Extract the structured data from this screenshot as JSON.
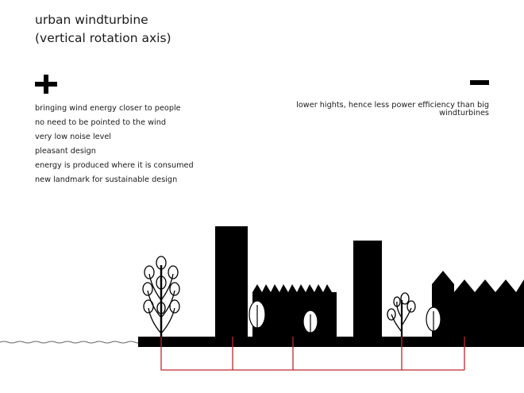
{
  "title": {
    "line1": "urban windturbine",
    "line2": "(vertical rotation axis)"
  },
  "advantages": {
    "icon": "plus-icon",
    "items": [
      "bringing wind energy closer to people",
      "no need to be pointed to the wind",
      "very low noise level",
      "pleasant design",
      "energy is produced where it is consumed",
      "new landmark for sustainable design"
    ]
  },
  "disadvantages": {
    "icon": "minus-icon",
    "items": [
      "lower hights, hence less power efficiency than big windturbines"
    ]
  },
  "colors": {
    "ink": "#000000",
    "grid_line": "#c0272d",
    "text": "#1a1a1a"
  }
}
